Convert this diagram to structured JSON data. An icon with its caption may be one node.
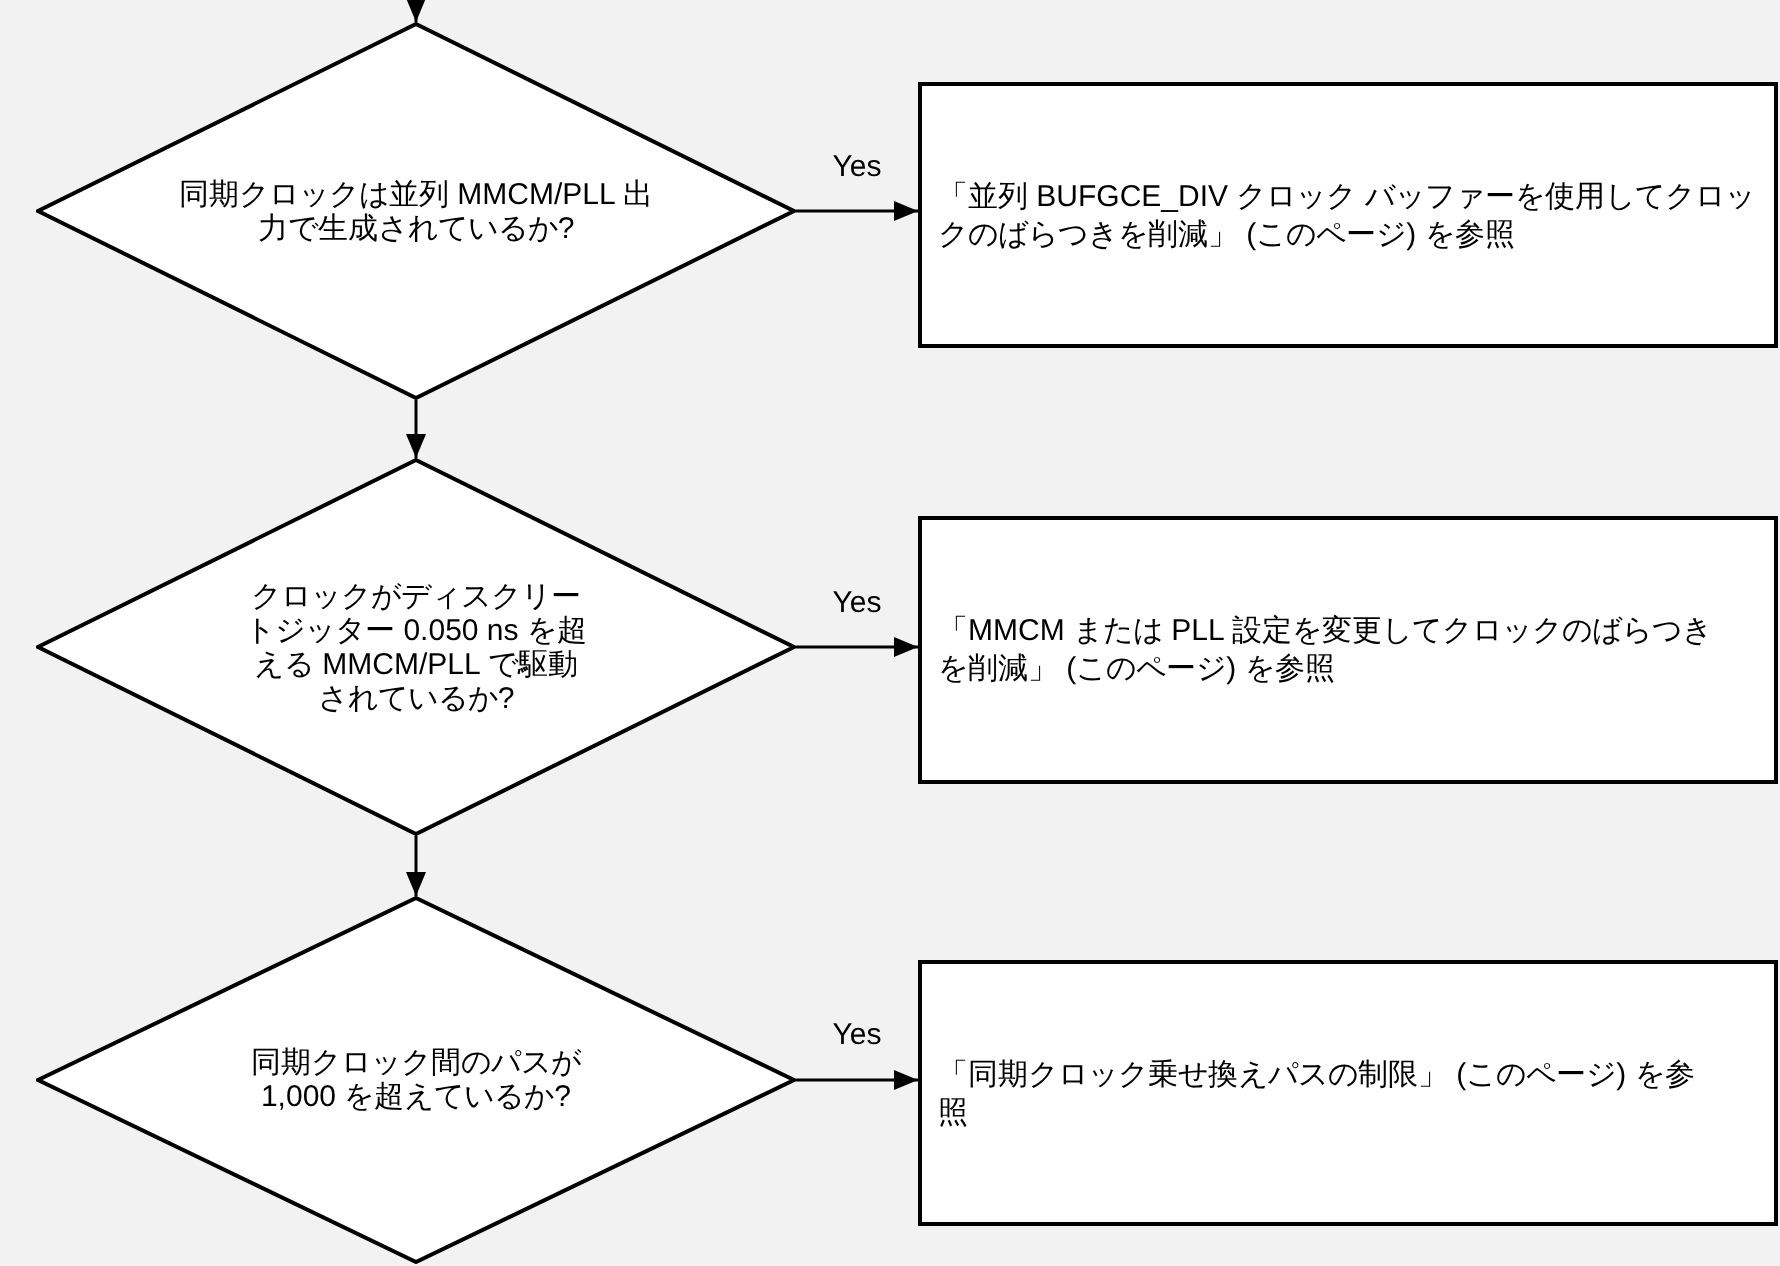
{
  "diagram": {
    "nodes": [
      {
        "text": [
          "同期クロックは並列 MMCM/PLL 出力で生成されているか?"
        ]
      },
      {
        "text": [
          "「並列 BUFGCE_DIV クロック バッファーを使用してクロックのばらつきを削減」 (このページ) を参照"
        ]
      },
      {
        "text": [
          "クロックがディスクリートジッター 0.050 ns を超える MMCM/PLL で駆動されているか?"
        ]
      },
      {
        "text": [
          "「MMCM または PLL 設定を変更してクロックのばらつきを削減」 (このページ) を参照"
        ]
      },
      {
        "text": [
          "同期クロック間のパスが 1,000 を超えているか?"
        ]
      },
      {
        "text": [
          "「同期クロック乗せ換えパスの制限」 (このページ) を参照"
        ]
      }
    ],
    "edges": [
      {
        "from": null,
        "to": 0,
        "arrow": "to"
      },
      {
        "from": 0,
        "to": 1,
        "arrow": "to",
        "label": "Yes"
      },
      {
        "from": 0,
        "to": 2,
        "arrow": "to"
      },
      {
        "from": 2,
        "to": 3,
        "arrow": "to",
        "label": "Yes"
      },
      {
        "from": 2,
        "to": 4,
        "arrow": "to"
      },
      {
        "from": 4,
        "to": 5,
        "arrow": "to",
        "label": "Yes"
      }
    ]
  }
}
